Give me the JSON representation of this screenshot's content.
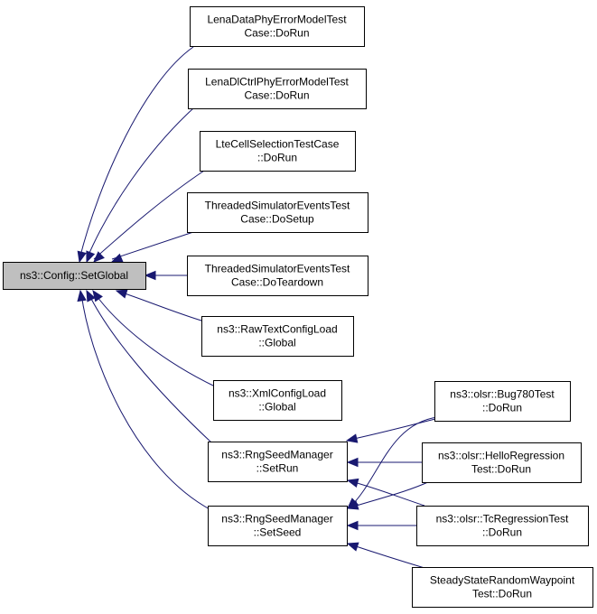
{
  "diagram": {
    "root": {
      "id": "setglobal",
      "lines": [
        "ns3::Config::SetGlobal"
      ]
    },
    "nodes": [
      {
        "id": "lenadata",
        "lines": [
          "LenaDataPhyErrorModelTest",
          "Case::DoRun"
        ]
      },
      {
        "id": "lenadlctrl",
        "lines": [
          "LenaDlCtrlPhyErrorModelTest",
          "Case::DoRun"
        ]
      },
      {
        "id": "ltecell",
        "lines": [
          "LteCellSelectionTestCase",
          "::DoRun"
        ]
      },
      {
        "id": "threadedsetup",
        "lines": [
          "ThreadedSimulatorEventsTest",
          "Case::DoSetup"
        ]
      },
      {
        "id": "threadedteardown",
        "lines": [
          "ThreadedSimulatorEventsTest",
          "Case::DoTeardown"
        ]
      },
      {
        "id": "rawtext",
        "lines": [
          "ns3::RawTextConfigLoad",
          "::Global"
        ]
      },
      {
        "id": "xmlconfig",
        "lines": [
          "ns3::XmlConfigLoad",
          "::Global"
        ]
      },
      {
        "id": "setrun",
        "lines": [
          "ns3::RngSeedManager",
          "::SetRun"
        ]
      },
      {
        "id": "setseed",
        "lines": [
          "ns3::RngSeedManager",
          "::SetSeed"
        ]
      },
      {
        "id": "bug780",
        "lines": [
          "ns3::olsr::Bug780Test",
          "::DoRun"
        ]
      },
      {
        "id": "hello",
        "lines": [
          "ns3::olsr::HelloRegression",
          "Test::DoRun"
        ]
      },
      {
        "id": "tcreg",
        "lines": [
          "ns3::olsr::TcRegressionTest",
          "::DoRun"
        ]
      },
      {
        "id": "steady",
        "lines": [
          "SteadyStateRandomWaypoint",
          "Test::DoRun"
        ]
      }
    ],
    "edges": [
      {
        "from": "lenadata",
        "to": "setglobal"
      },
      {
        "from": "lenadlctrl",
        "to": "setglobal"
      },
      {
        "from": "ltecell",
        "to": "setglobal"
      },
      {
        "from": "threadedsetup",
        "to": "setglobal"
      },
      {
        "from": "threadedteardown",
        "to": "setglobal"
      },
      {
        "from": "rawtext",
        "to": "setglobal"
      },
      {
        "from": "xmlconfig",
        "to": "setglobal"
      },
      {
        "from": "setrun",
        "to": "setglobal"
      },
      {
        "from": "setseed",
        "to": "setglobal"
      },
      {
        "from": "bug780",
        "to": "setrun"
      },
      {
        "from": "hello",
        "to": "setrun"
      },
      {
        "from": "tcreg",
        "to": "setrun"
      },
      {
        "from": "bug780",
        "to": "setseed"
      },
      {
        "from": "hello",
        "to": "setseed"
      },
      {
        "from": "tcreg",
        "to": "setseed"
      },
      {
        "from": "steady",
        "to": "setseed"
      }
    ],
    "colors": {
      "edge": "#191970",
      "root_fill": "#bfbfbf",
      "node_fill": "#ffffff",
      "border": "#000000"
    }
  }
}
